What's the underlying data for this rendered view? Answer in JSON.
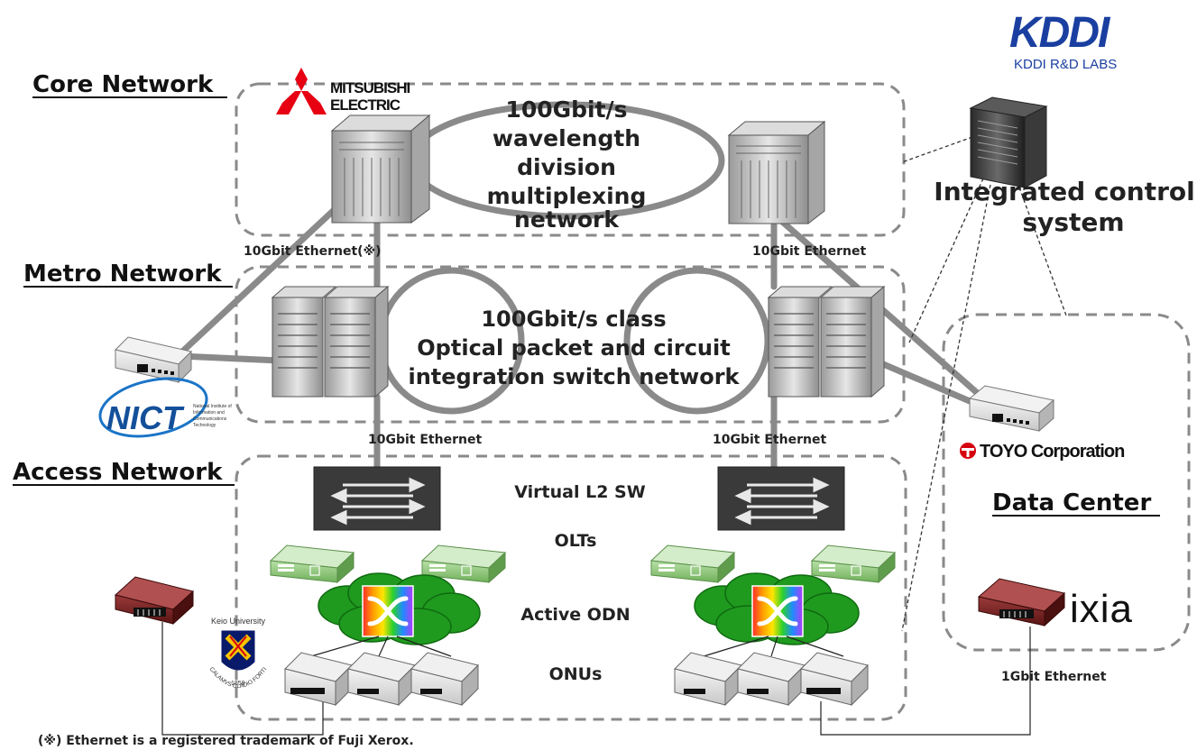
{
  "sections": {
    "core": "Core Network",
    "metro": "Metro Network",
    "access": "Access Network",
    "datacenter": "Data Center"
  },
  "core_ring": [
    "100Gbit/s",
    "wavelength",
    "division",
    "multiplexing",
    "network"
  ],
  "metro_ring": [
    "100Gbit/s class",
    "Optical packet and circuit",
    "integration switch network"
  ],
  "control_system": [
    "Integrated control",
    "system"
  ],
  "links": {
    "core_left": "10Gbit Ethernet(※)",
    "core_right": "10Gbit Ethernet",
    "metro_left": "10Gbit Ethernet",
    "metro_right": "10Gbit Ethernet",
    "dc": "1Gbit Ethernet"
  },
  "access_labels": {
    "l2sw": "Virtual L2 SW",
    "olts": "OLTs",
    "odn": "Active ODN",
    "onus": "ONUs"
  },
  "footnote": "(※) Ethernet is a registered trademark of Fuji Xerox.",
  "logos": {
    "kddi": "KDDI",
    "kddi_sub": "KDDI R&D LABS",
    "mitsubishi_1": "MITSUBISHI",
    "mitsubishi_2": "ELECTRIC",
    "nict": "NICT",
    "nict_sub": [
      "National Institute of",
      "Information and",
      "Communications",
      "Technology"
    ],
    "toyo": "TOYO Corporation",
    "keio": "Keio University",
    "keio_year": "1858",
    "keio_motto": "CALAMVS GLADIO FORTIOR",
    "ixia": "ixia"
  },
  "colors": {
    "link_gray": "#8a8a8a",
    "dashed_border": "#888888",
    "switch_dark": "#3a3a3a",
    "olt_green": "#7dbb6a",
    "cloud_green": "#1f9a1f",
    "kddi_blue": "#1a3fa0",
    "mitsubishi_red": "#e60012",
    "ixia_red": "#6b1a1a",
    "toyo_red": "#d7000f"
  }
}
